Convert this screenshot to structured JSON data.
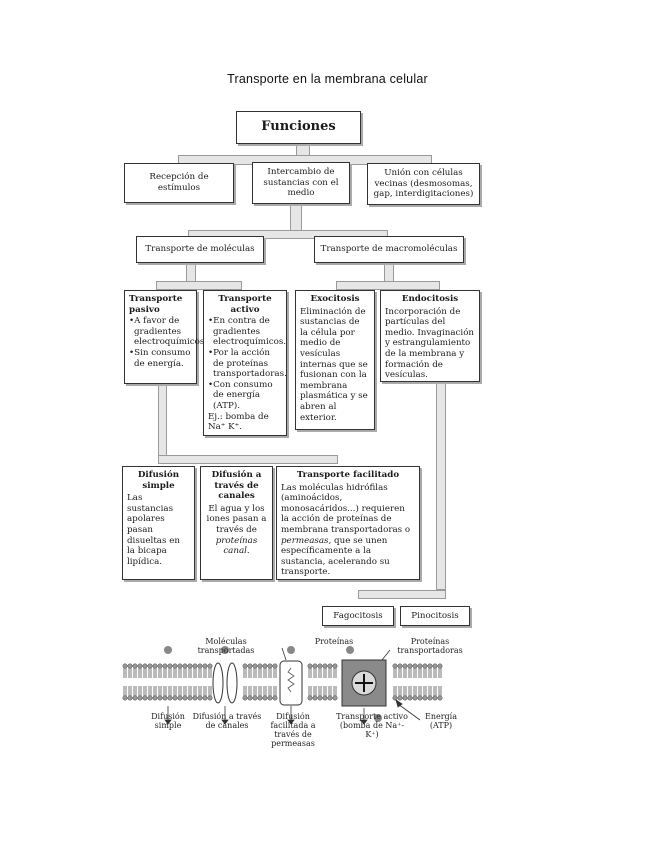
{
  "document": {
    "title": "Transporte en la membrana celular"
  },
  "chart": {
    "root": "Funciones",
    "level1": {
      "reception": "Recepción de estímulos",
      "exchange": "Intercambio de sustancias con el medio",
      "union": "Unión con células vecinas (desmosomas, gap, interdigitaciones)"
    },
    "level2": {
      "molecules": "Transporte de moléculas",
      "macromolecules": "Transporte de macromoléculas"
    },
    "passive": {
      "title": "Transporte pasivo",
      "items": [
        "A favor de gradientes electroquímicos.",
        "Sin consumo de energía."
      ]
    },
    "active": {
      "title": "Transporte activo",
      "items": [
        "En contra de gradientes electroquímicos.",
        "Por la acción de proteínas transportadoras.",
        "Con consumo de energía (ATP)."
      ],
      "example": "Ej.: bomba de Na⁺ K⁺."
    },
    "exocytosis": {
      "title": "Exocitosis",
      "text": "Eliminación de sustancias de la célula por medio de vesículas internas que se fusionan con la membrana plasmática y se abren al exterior."
    },
    "endocytosis": {
      "title": "Endocitosis",
      "text": "Incorporación de partículas del medio. Invaginación y estrangulamiento de la membrana y formación de vesículas."
    },
    "simple_diffusion": {
      "title": "Difusión simple",
      "text": "Las sustancias apolares pasan disueltas en la bicapa lipídica."
    },
    "channel_diffusion": {
      "title": "Difusión a través de canales",
      "text": "El agua y los iones pasan a través de",
      "text_italic": "proteínas canal."
    },
    "facilitated": {
      "title": "Transporte facilitado",
      "text_a": "Las moléculas hidrófilas (aminoácidos, monosacáridos...) requieren la acción de proteínas de membrana transportadoras o",
      "text_italic": "permeasas,",
      "text_b": "que se unen específicamente a la sustancia, acelerando su transporte."
    },
    "phagocytosis": "Fagocitosis",
    "pinocytosis": "Pinocitosis"
  },
  "membrane": {
    "top_labels": {
      "transported": "Moléculas transportadas",
      "proteins": "Proteínas",
      "carriers": "Proteínas transportadoras"
    },
    "bottom_labels": {
      "simple": "Difusión simple",
      "channels": "Difusión a través de canales",
      "facilitated": "Difusión facilitada a través de permeasas",
      "active": "Transporte activo (bomba de Na⁺-K⁺)",
      "energy": "Energía (ATP)"
    }
  }
}
